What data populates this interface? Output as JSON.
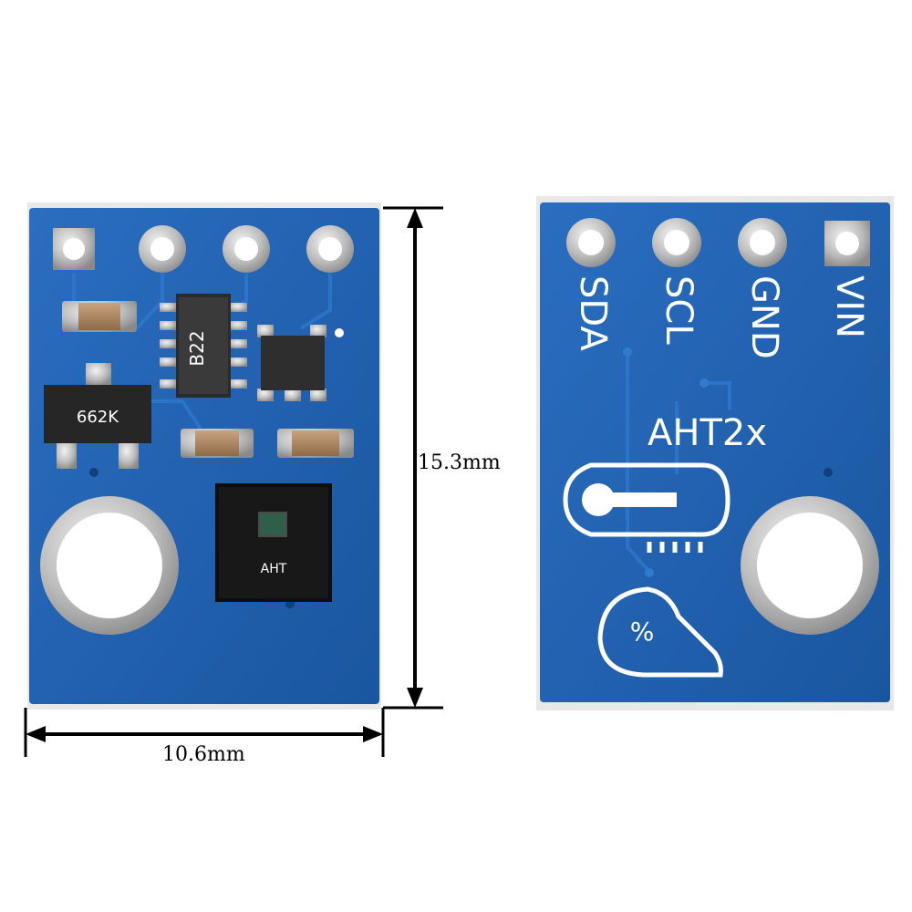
{
  "dimensions": {
    "height_label": "15.3mm",
    "width_label": "10.6mm"
  },
  "front_board": {
    "chip_marking": "B22",
    "transistor_marking": "662K",
    "sensor_marking": "AHT"
  },
  "back_board": {
    "pins": [
      "SDA",
      "SCL",
      "GND",
      "VIN"
    ],
    "model": "AHT2x",
    "humidity_symbol": "%"
  },
  "colors": {
    "pcb": "#1f5fa8",
    "pcb_edge": "#2a6fbf",
    "silkscreen": "#ffffff",
    "pad": "#c8c8c8"
  }
}
